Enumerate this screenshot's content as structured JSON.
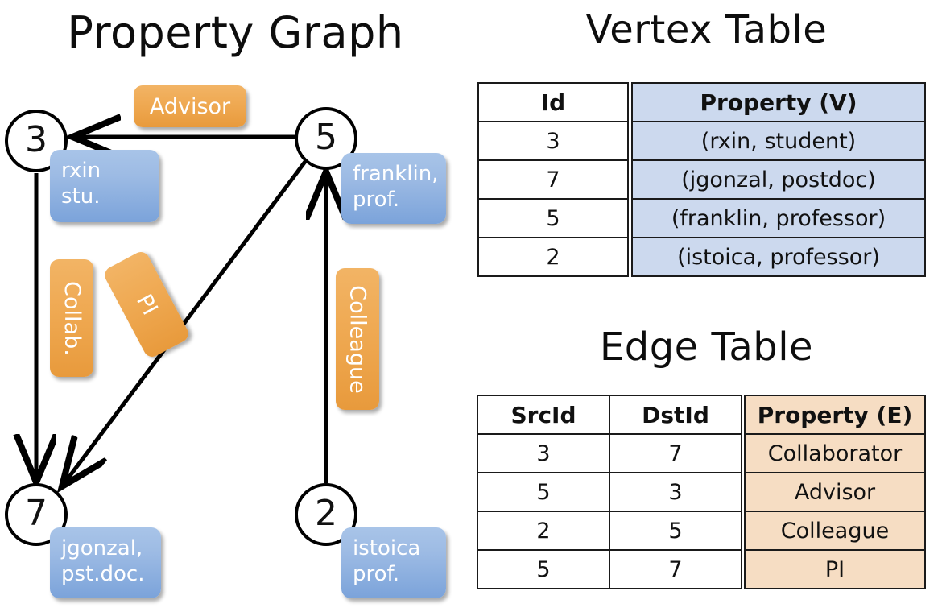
{
  "titles": {
    "property_graph": "Property Graph",
    "vertex_table": "Vertex Table",
    "edge_table": "Edge Table"
  },
  "graph": {
    "vertices": [
      {
        "id": "3",
        "property_box": "rxin\nstu."
      },
      {
        "id": "5",
        "property_box": "franklin,\nprof."
      },
      {
        "id": "7",
        "property_box": "jgonzal,\npst.doc."
      },
      {
        "id": "2",
        "property_box": "istoica\nprof."
      }
    ],
    "edge_labels": [
      {
        "name": "advisor",
        "text": "Advisor",
        "orientation": "horizontal"
      },
      {
        "name": "collab",
        "text": "Collab.",
        "orientation": "vertical"
      },
      {
        "name": "pi",
        "text": "PI",
        "orientation": "rotated"
      },
      {
        "name": "colleague",
        "text": "Colleague",
        "orientation": "vertical"
      }
    ],
    "edges": [
      {
        "from": "5",
        "to": "3",
        "label": "Advisor"
      },
      {
        "from": "3",
        "to": "7",
        "label": "Collab."
      },
      {
        "from": "5",
        "to": "7",
        "label": "PI"
      },
      {
        "from": "2",
        "to": "5",
        "label": "Colleague"
      }
    ]
  },
  "vertex_table": {
    "headers": [
      "Id",
      "Property (V)"
    ],
    "rows": [
      {
        "id": "3",
        "property": "(rxin, student)"
      },
      {
        "id": "7",
        "property": "(jgonzal, postdoc)"
      },
      {
        "id": "5",
        "property": "(franklin, professor)"
      },
      {
        "id": "2",
        "property": "(istoica, professor)"
      }
    ]
  },
  "edge_table": {
    "headers": [
      "SrcId",
      "DstId",
      "Property (E)"
    ],
    "rows": [
      {
        "src": "3",
        "dst": "7",
        "property": "Collaborator"
      },
      {
        "src": "5",
        "dst": "3",
        "property": "Advisor"
      },
      {
        "src": "2",
        "dst": "5",
        "property": "Colleague"
      },
      {
        "src": "5",
        "dst": "7",
        "property": "PI"
      }
    ]
  },
  "colors": {
    "vertex_property_blue": "#9dbbe4",
    "edge_label_orange": "#efa952",
    "table_blue_cell": "#ccd9ee",
    "table_peach_cell": "#f6ddc3",
    "stroke": "#000000"
  }
}
